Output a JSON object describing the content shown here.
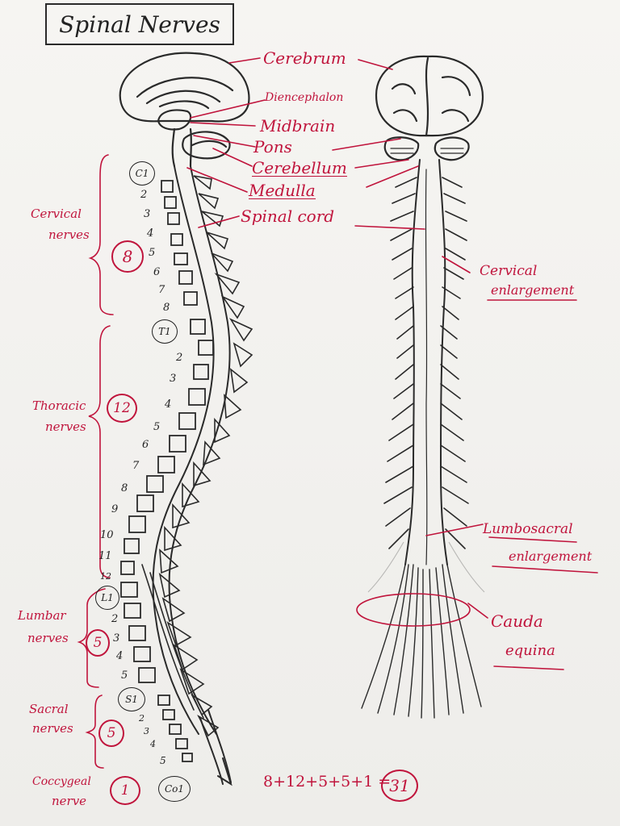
{
  "title": "Spinal Nerves",
  "structures": {
    "cerebrum": "Cerebrum",
    "diencephalon": "Diencephalon",
    "midbrain": "Midbrain",
    "pons": "Pons",
    "cerebellum": "Cerebellum",
    "medulla": "Medulla",
    "spinal_cord": "Spinal cord",
    "cervical_enlargement": [
      "Cervical",
      "enlargement"
    ],
    "lumbosacral_enlargement": [
      "Lumbosacral",
      "enlargement"
    ],
    "cauda_equina": [
      "Cauda",
      "equina"
    ]
  },
  "groups": [
    {
      "name": [
        "Cervical",
        "nerves"
      ],
      "count": "8",
      "first": "C1"
    },
    {
      "name": [
        "Thoracic",
        "nerves"
      ],
      "count": "12",
      "first": "T1"
    },
    {
      "name": [
        "Lumbar",
        "nerves"
      ],
      "count": "5",
      "first": "L1"
    },
    {
      "name": [
        "Sacral",
        "nerves"
      ],
      "count": "5",
      "first": "S1"
    },
    {
      "name": [
        "Coccygeal",
        "nerve"
      ],
      "count": "1",
      "first": "Co1"
    }
  ],
  "vertebra_numbers": {
    "cervical": [
      "2",
      "3",
      "4",
      "5",
      "6",
      "7",
      "8"
    ],
    "thoracic": [
      "2",
      "3",
      "4",
      "5",
      "6",
      "7",
      "8",
      "9",
      "10",
      "11",
      "12"
    ],
    "lumbar": [
      "2",
      "3",
      "4",
      "5"
    ],
    "sacral": [
      "2",
      "3",
      "4",
      "5"
    ]
  },
  "equation": "8+12+5+5+1 =",
  "total": "31",
  "colors": {
    "ink": "#2a2a2a",
    "marker_red": "#c0143c",
    "board": "#f2f1ee"
  }
}
